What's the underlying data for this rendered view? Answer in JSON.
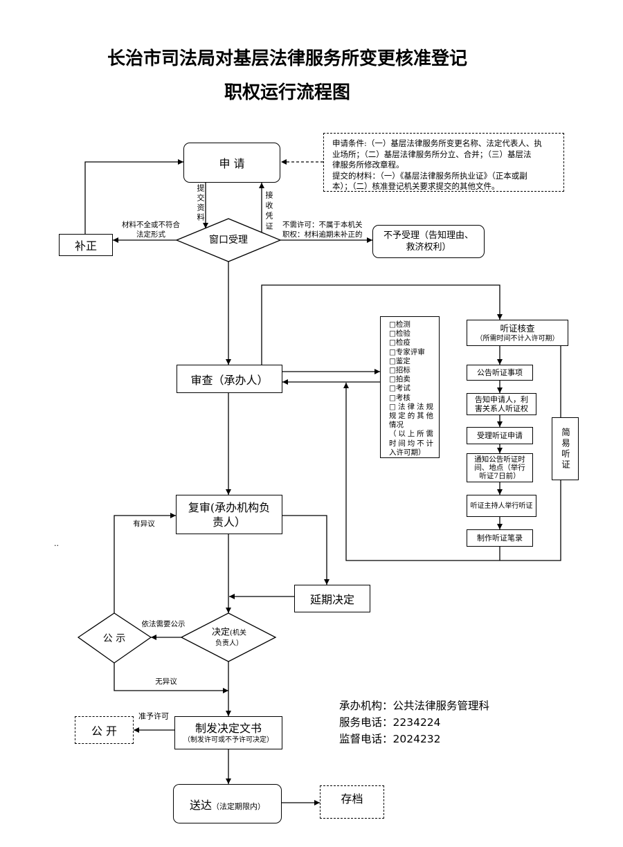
{
  "title": {
    "line1": "长治市司法局对基层法律服务所变更核准登记",
    "line2": "职权运行流程图"
  },
  "apply": {
    "label": "申 请"
  },
  "conditions": {
    "lines": [
      "申请条件:（一）基层法律服务所变更名称、法定代表人、执",
      "业场所；（二）基层法律服务所分立、合并；（三）基层法",
      "律服务所修改章程。",
      "提交的材料：（一）《基层法律服务所执业证》（正本或副",
      "本）；（二）核准登记机关要求提交的其他文件。"
    ]
  },
  "window_accept": {
    "label": "窗口受理"
  },
  "correction": {
    "label": "补正"
  },
  "reject": {
    "lines": [
      "不予受理（告知理由、",
      "救济权利）"
    ]
  },
  "review": {
    "label": "审查（承办人）"
  },
  "special_procedures": {
    "lines": [
      "□检测",
      "□检验",
      "□检疫",
      "□专家评审",
      "□鉴定",
      "□招标",
      "□拍卖",
      "□考试",
      "□考核",
      "□法律法规",
      "规定的其他",
      "情况",
      "（以上所需",
      "时间均不计",
      "入许可期）"
    ]
  },
  "hearing": {
    "check_title": "听证核查",
    "check_note": "（所需时间不计入许可期）",
    "steps": [
      {
        "lines": [
          "公告听证事项"
        ]
      },
      {
        "lines": [
          "告知申请人，利",
          "害关系人听证权"
        ]
      },
      {
        "lines": [
          "受理听证申请"
        ]
      },
      {
        "lines": [
          "通知公告听证时",
          "间、地点（举行",
          "听证7日前）"
        ]
      },
      {
        "lines": [
          "听证主持人举行听证"
        ]
      },
      {
        "lines": [
          "制作听证笔录"
        ]
      }
    ],
    "simple": "简易听证"
  },
  "second_review": {
    "lines": [
      "复审(承办机构负",
      "责人）"
    ]
  },
  "extension": {
    "label": "延期决定"
  },
  "decision": {
    "main": "决定",
    "note": "(机关",
    "line2": "负责人）"
  },
  "publicity": {
    "label": "公 示"
  },
  "issue_document": {
    "title": "制发决定文书",
    "note": "（制发许可或不予许可决定）"
  },
  "disclose": {
    "label": "公 开"
  },
  "deliver": {
    "title": "送达",
    "note": "（法定期限内）"
  },
  "archive": {
    "label": "存档"
  },
  "edge_labels": {
    "submit_materials": "提交资料",
    "receive_voucher": "接收凭证",
    "incomplete": [
      "材料不全或不符合",
      "法定形式"
    ],
    "not_accepted": [
      "不需许可：不属于本机关",
      "职权：材料逾期未补正的"
    ],
    "objection": "有异议",
    "publicity_required": "依法需要公示",
    "no_objection": "无异议",
    "grant": "准予许可"
  },
  "contact": {
    "agency": "承办机构：公共法律服务管理科",
    "service_phone": "服务电话：2234224",
    "supervision_phone": "监督电话：2024232"
  },
  "margin_mark": ".."
}
